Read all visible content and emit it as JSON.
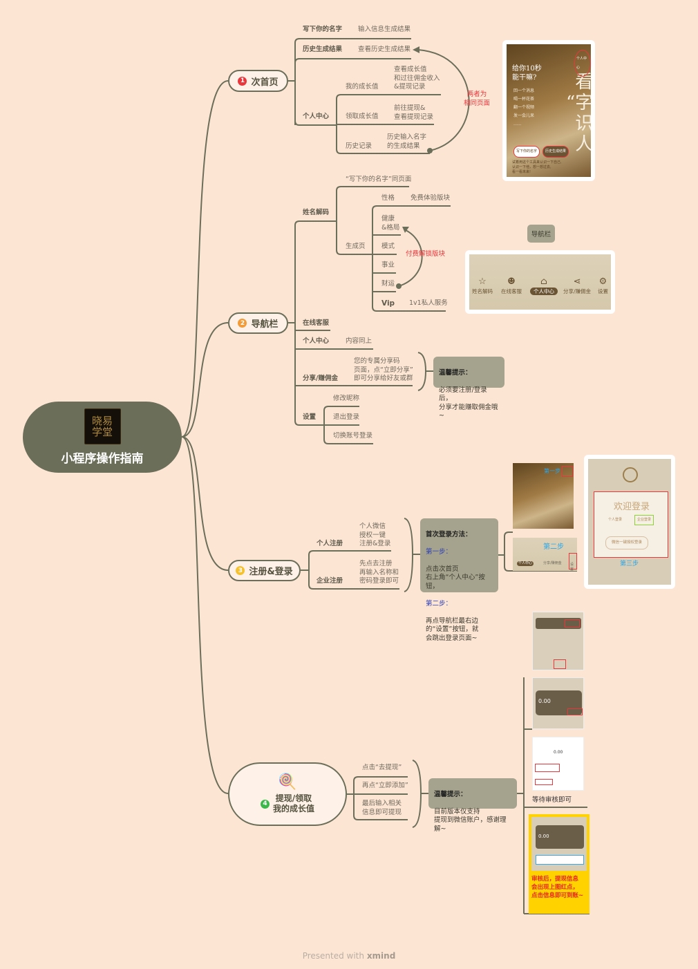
{
  "central": {
    "title": "小程序操作指南",
    "logo_text": "晓易\n学堂"
  },
  "branch1": {
    "num": "1",
    "label": "次首页",
    "items": [
      {
        "label": "写下你的名字",
        "desc": "输入信息生成结果"
      },
      {
        "label": "历史生成结果",
        "desc": "查看历史生成结果"
      },
      {
        "label": "个人中心",
        "children": [
          {
            "label": "我的成长值",
            "desc": "查看成长值\n和过往佣金收入\n&提现记录"
          },
          {
            "label": "领取成长值",
            "desc": "前往提现&\n查看提现记录"
          },
          {
            "label": "历史记录",
            "desc": "历史输入名字\n的生成结果"
          }
        ]
      }
    ],
    "annotation": "两者为\n相同页面",
    "screenshot": {
      "headline": "给你10秒\n能干嘛?",
      "lines": "回一个消息\n喝一杯花茶\n翻一个视频\n发一会儿呆\n......",
      "big": "看\n“字”\n识\n人",
      "btn1": "写下你的名字",
      "btn2": "历史生成结果",
      "corner": "个人中心",
      "foot": "试着用这个工具来认识一下自己,\n认识一下他，想一想过去,\n看一看未来!"
    }
  },
  "branch2": {
    "num": "2",
    "label": "导航栏",
    "items": [
      {
        "label": "姓名解码",
        "children": [
          {
            "label": "“写下你的名字”同页面"
          },
          {
            "label": "生成页",
            "children": [
              {
                "label": "性格",
                "desc": "免费体验版块"
              },
              {
                "label": "健康\n&格局"
              },
              {
                "label": "模式"
              },
              {
                "label": "事业"
              },
              {
                "label": "财运"
              },
              {
                "label": "Vip",
                "desc": "1v1私人服务"
              }
            ]
          }
        ]
      },
      {
        "label": "在线客服"
      },
      {
        "label": "个人中心",
        "desc": "内容同上"
      },
      {
        "label": "分享/赚佣金",
        "desc": "您的专属分享码\n页面，点“立即分享”\n即可分享给好友或群"
      },
      {
        "label": "设置",
        "children": [
          {
            "label": "修改昵称"
          },
          {
            "label": "退出登录"
          },
          {
            "label": "切换账号登录"
          }
        ]
      }
    ],
    "annotation": "付费解锁版块",
    "note": {
      "title": "温馨提示：",
      "body": "必须要注册/登录后，\n分享才能赚取佣金哦~"
    },
    "tag": "导航栏",
    "navbar": [
      "姓名解码",
      "在线客服",
      "个人中心",
      "分享/赚佣金",
      "设置"
    ]
  },
  "branch3": {
    "num": "3",
    "label": "注册&登录",
    "items": [
      {
        "label": "个人注册",
        "desc": "个人微信\n授权一键\n注册&登录"
      },
      {
        "label": "企业注册",
        "desc": "先点去注册\n再输入名称和\n密码登录即可"
      }
    ],
    "note": {
      "title": "首次登录方法：",
      "step1": "第一步：",
      "body1": "点击次首页\n右上角“个人中心”按钮，",
      "step2": "第二步：",
      "body2": "再点导航栏最右边\n的“设置”按钮，就\n会跳出登录页面~"
    },
    "shots": {
      "step1": "第一步",
      "step2": "第二步",
      "step3": "第三步",
      "welcome": "欢迎登录",
      "personal": "个人登录",
      "enterprise": "企业登录",
      "wechat": "微信一键授权登录",
      "nav_home": "个人中心",
      "nav_share": "分享/赚佣金",
      "nav_set": "设置"
    }
  },
  "branch4": {
    "num": "4",
    "label": "提现/领取\n我的成长值",
    "items": [
      {
        "label": "点击“去提现”"
      },
      {
        "label": "再点“立即添加”"
      },
      {
        "label": "最后输入相关\n信息即可提现"
      }
    ],
    "note": {
      "title": "温馨提示：",
      "body": "目前版本仅支持\n提现到微信账户，感谢理解~"
    },
    "wait": "等待审核即可",
    "amount": "0.00",
    "yellow_note": "审核后，提现信息\n会出现上图红点，\n点击信息即可到账~"
  },
  "footer": {
    "prefix": "Presented with ",
    "brand": "xmind"
  },
  "colors": {
    "background": "#fde5d4",
    "line": "#6b6e58",
    "note": "#a5a38d",
    "accent_red": "#e8383d"
  }
}
